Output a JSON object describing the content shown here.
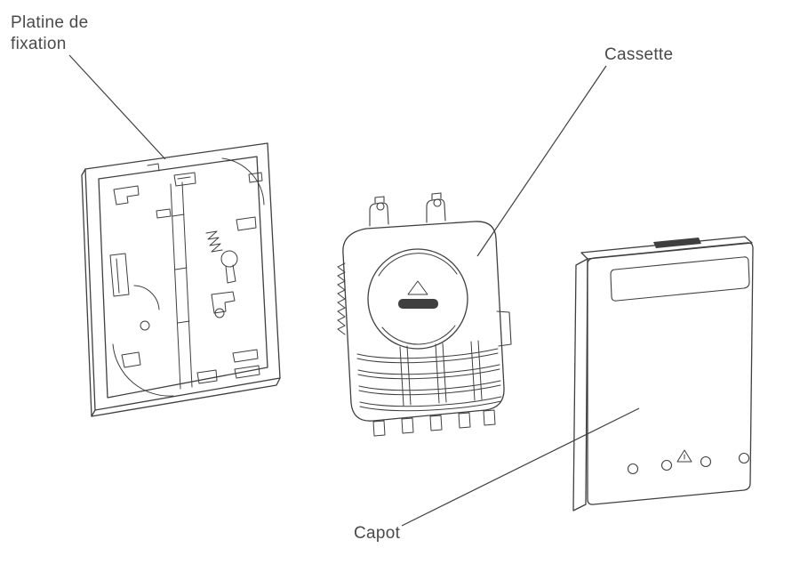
{
  "diagram": {
    "type": "exploded-view-technical-drawing",
    "subject": "fiber-optic-wall-outlet",
    "colors": {
      "line": "#3f3f3f",
      "text": "#4a4a4a",
      "background": "#ffffff"
    },
    "parts": [
      {
        "id": "platine",
        "label": "Platine de fixation",
        "label_line1": "Platine de",
        "label_line2": "fixation"
      },
      {
        "id": "cassette",
        "label": "Cassette"
      },
      {
        "id": "capot",
        "label": "Capot"
      }
    ]
  }
}
